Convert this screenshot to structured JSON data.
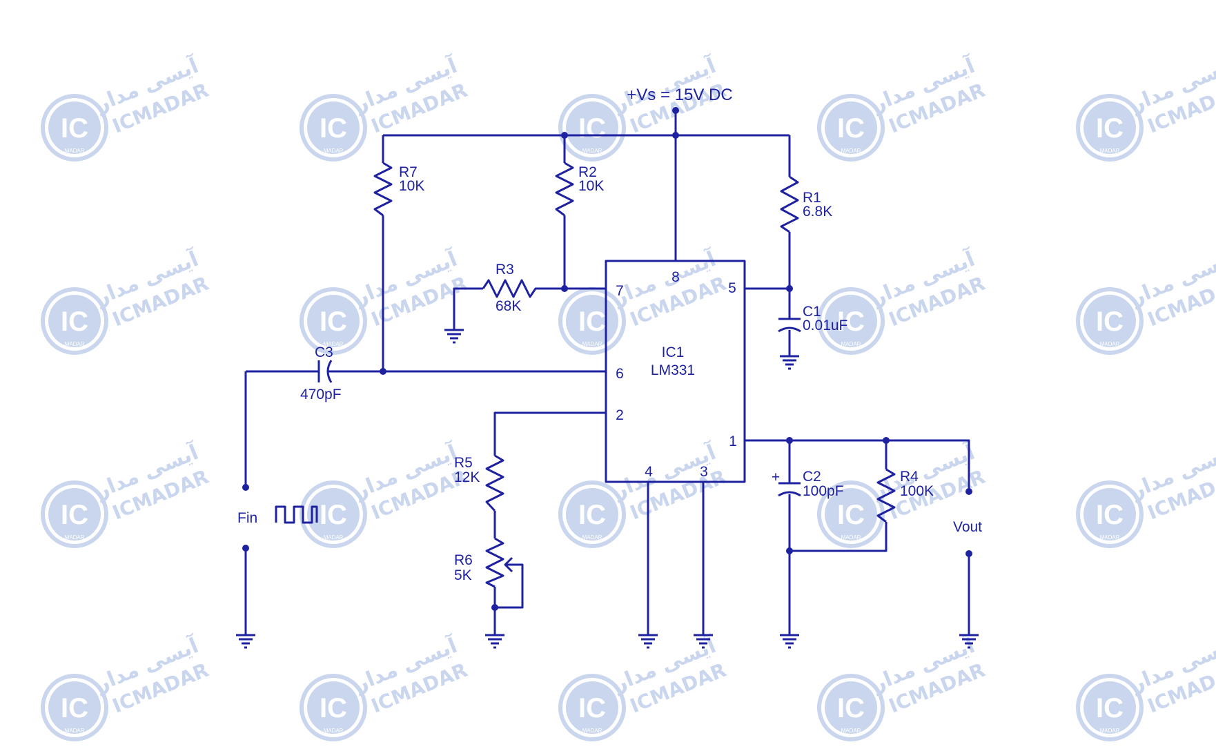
{
  "colors": {
    "wire": "#1e22a0",
    "watermark": "#c9d6ee",
    "background": "#ffffff"
  },
  "supply": {
    "label": "+Vs = 15V DC"
  },
  "ic": {
    "ref": "IC1",
    "part": "LM331",
    "pins": [
      "8",
      "7",
      "5",
      "6",
      "2",
      "1",
      "4",
      "3"
    ]
  },
  "components": {
    "r7": {
      "ref": "R7",
      "value": "10K"
    },
    "r2": {
      "ref": "R2",
      "value": "10K"
    },
    "r1": {
      "ref": "R1",
      "value": "6.8K"
    },
    "r3": {
      "ref": "R3",
      "value": "68K"
    },
    "c1": {
      "ref": "C1",
      "value": "0.01uF"
    },
    "c3": {
      "ref": "C3",
      "value": "470pF"
    },
    "r5": {
      "ref": "R5",
      "value": "12K"
    },
    "r6": {
      "ref": "R6",
      "value": "5K"
    },
    "c2": {
      "ref": "C2",
      "value": "100pF",
      "polarity": "+"
    },
    "r4": {
      "ref": "R4",
      "value": "100K"
    }
  },
  "io": {
    "input_label": "Fin",
    "output_label": "Vout"
  },
  "watermark": {
    "brand": "ICMADAR",
    "brand_fa": "آیسی مدار",
    "badge": "IC",
    "badge_sub": "MADAR",
    "logo": "icmadar-logo"
  }
}
